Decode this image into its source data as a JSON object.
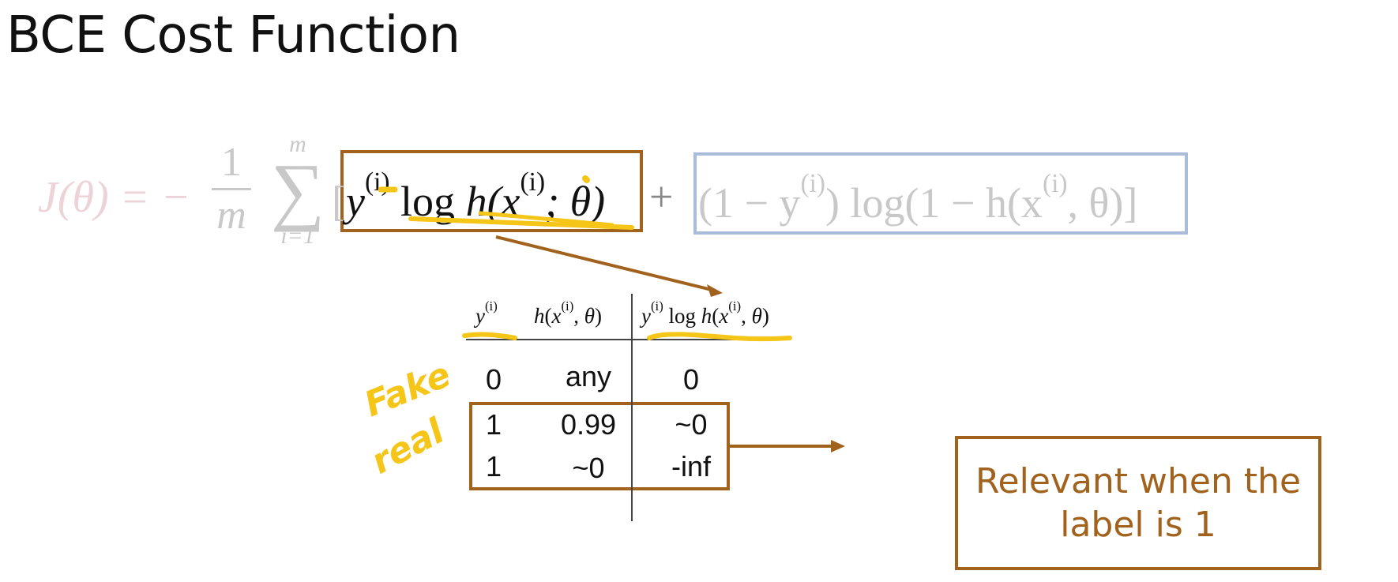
{
  "title": "BCE Cost Function",
  "formula": {
    "lhs": "J(θ) = −",
    "frac_num": "1",
    "frac_den": "m",
    "sum_top": "m",
    "sum_sym": "∑",
    "sum_bottom": "i=1",
    "bracket_open": "[",
    "term1_y": "y",
    "term1_sup": "(i)",
    "term1_log": "log",
    "term1_h": "h(x",
    "term1_sup2": "(i)",
    "term1_tail": "; θ)",
    "plus": "+",
    "term2_head": "(1 − y",
    "term2_sup": "(i)",
    "term2_mid": ") log(1 − h(x",
    "term2_sup2": "(i)",
    "term2_tail": ", θ)",
    "bracket_close": "]"
  },
  "table": {
    "headers": [
      "y⁽ⁱ⁾",
      "h(x⁽ⁱ⁾, θ)",
      "y⁽ⁱ⁾ log h(x⁽ⁱ⁾, θ)"
    ],
    "rows": [
      [
        "0",
        "any",
        "0"
      ],
      [
        "1",
        "0.99",
        "~0"
      ],
      [
        "1",
        "~0",
        "-inf"
      ]
    ]
  },
  "handwritten": {
    "fake": "Fake",
    "real": "real"
  },
  "callout": {
    "text": "Relevant when the label is 1"
  },
  "colors": {
    "brown": "#a0621c",
    "blue": "#a9bcd9",
    "highlighter": "#f5c518"
  }
}
